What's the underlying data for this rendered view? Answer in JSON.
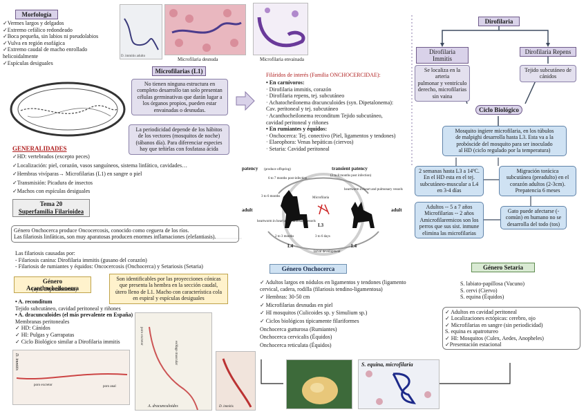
{
  "morf": {
    "title": "Morfología",
    "lines": [
      "✓Vermes largos y delgados",
      "✓Extremo cefálico redondeado",
      "✓Boca pequeña, sin labios ni pseudolabios",
      "✓Vulva en región esofágica",
      "✓Extremo caudal de macho enrollado",
      "helicoidalmente",
      "✓Espículas desiguales"
    ]
  },
  "images": {
    "cap1": "D. immitis adulto",
    "cap2": "Microfilaria desnuda",
    "cap3": "Microfilaria envainada"
  },
  "micro": {
    "title": "Microfilarias (L1)",
    "box1": [
      "No tienen ninguna estructura en",
      "completo desarrollo tan solo presentan",
      "células germinativas que darán lugar a",
      "los órganos propios, pueden estar",
      "envainadas o desnudas."
    ],
    "box2": [
      "La periodicidad depende de los hábitos",
      "de los vectores (mosquitos de noche)",
      "(tábanos día). Para diferenciar especies",
      "hay que teñirlas con fosfatasa ácida"
    ]
  },
  "filar": {
    "title": "Filáridos de interés (Familia ONCHOCERCIDAE):",
    "lines": [
      "• En carnívoros:",
      "· Dirofilaria immitis, corazón",
      "· Dirofilaria repens, tej. subcutáneo",
      "· Achatocheilonema dracunculoides (syn. Dipetalonema):",
      "Cav. peritoneal y tej. subcutáneo",
      "· Acanthocheilonema reconditum Tejido subcutáneo,",
      "cavidad peritoneal y riñones",
      "• En rumiantes y équidos:",
      "· Onchocerca: Tej. conectivo (Piel, ligamentos y tendones)",
      "· Elaeophora: Venas hepáticas (ciervos)",
      "· Setaria: Cavidad peritoneal"
    ]
  },
  "diro": {
    "title": "Dirofilaria",
    "left_title": "Dirofilaria Immitis",
    "right_title": "Dirofilaria Repens",
    "left_box": [
      "Se localiza en la arteria",
      "pulmonar y ventrículo",
      "derecho, microfilarias",
      "sin vaina"
    ],
    "right_box": [
      "Tejido subcutáneo de",
      "cánidos"
    ],
    "cycle_title": "Ciclo Biológico",
    "c1": [
      "Mosquito ingiere microfilaria, en los túbulos",
      "de malpighi desarrolla hasta L3. Esta va a la",
      "probóscide del mosquito para ser inoculado",
      "al HD (ciclo regulado por la temperatura)"
    ],
    "c2": [
      "2 semanas hasta L3 a 14ºC.",
      "En el HD esta en el tej.",
      "subcutáneo-muscular a L4",
      "en 3-4 días"
    ],
    "c3": [
      "Migración torácica",
      "subcutánea (preadulto) en el",
      "corazón adultos (2-3cm).",
      "Prepatencia 6 meses"
    ],
    "c4": [
      "Adultos -- 5 a 7 años",
      "Microfilarias -- 2 años",
      "Amicrofilaremicos son los",
      "perros que sus sist. inmune",
      "elimina las microfilarias"
    ],
    "c5": [
      "Gato puede afectarse (-",
      "común) en humano no se",
      "desarrolla del todo (tos)"
    ]
  },
  "gen": {
    "title": "GENERALIDADES",
    "lines": [
      "✓HD: vertebrados (excepto peces)",
      "✓Localización: piel, corazón, vasos sanguíneos, sistema linfático, cavidades…",
      "✓Hembras vivíparas→ Microfilarias (L1) en sangre o piel",
      "✓Transmisión: Picadura de insectos",
      "✓Machos con espículas desiguales"
    ]
  },
  "tema": {
    "line1": "Tema 20",
    "line2": "Superfamilia Filarioidea"
  },
  "oncho_intro": [
    "Género Onchocerca produce Oncocercosis, conocido como ceguera de los ríos.",
    "Las filariosis linfáticas, son muy aparatosas producen enormes inflamaciones (elefantiasis)."
  ],
  "causadas": [
    "Las filariosis causadas por:",
    "- Filariosis canina: Dirofilaria immitis (gusano del corazón)",
    "- Filariosis de rumiantes y équidos: Oncocercosis (Onchocerca) y Setariosis (Setaria)"
  ],
  "acanto": {
    "title": "Género Acanthocheilonema",
    "subtitle": "(syn. Dipetalonema)",
    "note": [
      "Son identificables por las proyecciones cónicas",
      "que presenta la hembra en la sección caudal,",
      "útero lleno de L1. Macho con característica cola",
      "en espiral y espículas desiguales"
    ],
    "lines": [
      "• A. reconditum",
      "Tejido subcutáneo, cavidad peritoneal y riñones",
      "• A. dracunculoides (el más prevalente en España)",
      "Membranas peritoneales",
      "✓ HD: Cánidos",
      "✓ HI: Pulgas y Garrapatas",
      "✓ Ciclo Biológico similar a Dirofilaria immitis"
    ],
    "labels": [
      "D. immitis",
      "poro excretor",
      "poro anal",
      "poro excretor",
      "esófago muscular",
      "A. dracunculoides",
      "D. immitis"
    ]
  },
  "cycle": {
    "patency": "patency",
    "patency_sub": "(produce offspring)",
    "transient": "transient patency",
    "transient_sub": "(2 to 8 months post infection)",
    "adult": "adult",
    "l3": "L3",
    "l4": "L4",
    "larval": "larval development",
    "mf": "Microfilaria",
    "notes": [
      "6 to 7 months post-infection",
      "3 to 6 months",
      "heartworm in heart and pulmonary vessels",
      "2 to 3 months",
      "3 to 6 days",
      "heartworm in heart and pulmonary vessels"
    ]
  },
  "oncho": {
    "title": "Género Onchocerca",
    "lines": [
      "✓ Adultos largos en nódulos en ligamentos y tendones (ligamento",
      "cervical, cadera, rodilla (filariosis tendino-ligamentosa)",
      "✓ Hembras: 30-50 cm",
      "✓ Microfilarias desnudas en piel",
      "✓ HI mosquitos (Culicoides sp. y Simulium sp.)",
      "✓ Ciclos biológicos típicamente filariformes",
      "Onchocerca gutturosa (Rumiantes)",
      "Onchocerca cervicalis (Équidos)",
      "Onchocerca reticulata (Équidos)"
    ],
    "img_caption": "S. equina, microfilaria"
  },
  "setaria": {
    "title": "Género Setaria",
    "species": [
      "S. labiato-papillosa (Vacuno)",
      "S. cervi (Ciervo)",
      "S. equina (Équidos)"
    ],
    "lines": [
      "✓ Adultos en cavidad peritoneal",
      "✓ Localizaciones ectópicas: cerebro, ojo",
      "✓ Microfilarias en sangre (sin periodicidad)",
      "S. equina es apatrotureo",
      "✓ HI: Mosquitos (Culex, Aedes, Anopheles)",
      "✓Presentación estacional"
    ]
  },
  "colors": {
    "purple": "#d9d2e9",
    "blue": "#cfe2f3",
    "yellow": "#fff2cc",
    "green": "#d9ead3",
    "red": "#b02020"
  }
}
